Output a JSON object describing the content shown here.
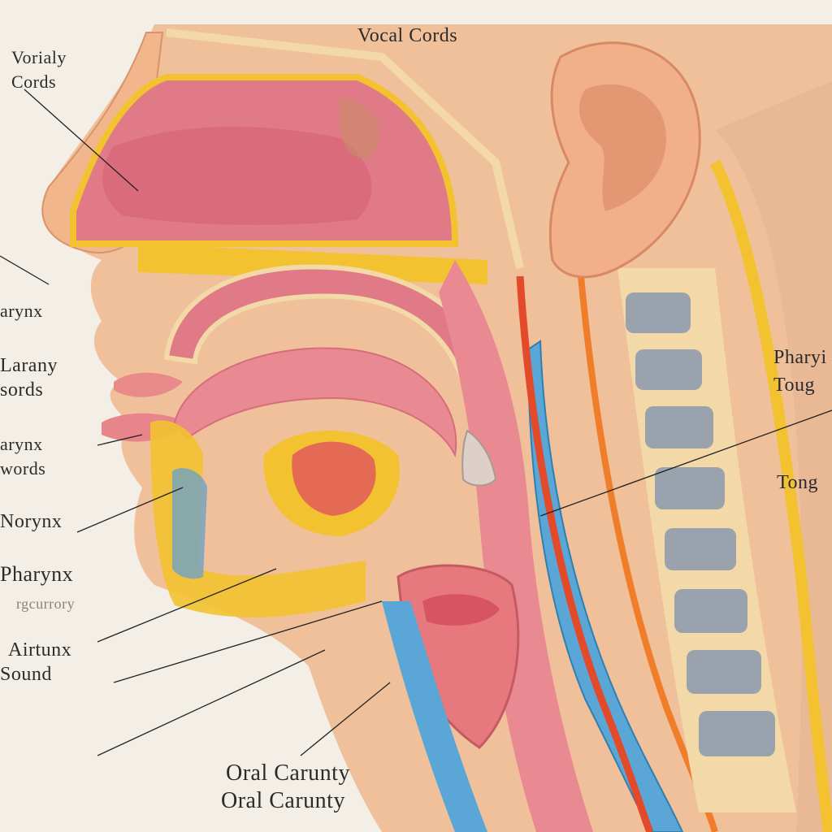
{
  "colors": {
    "background": "#f3efe7",
    "skin": "#f0c09a",
    "mucosa": "#e07a86",
    "bone": "#f3d9a8",
    "cartilage": "#f2c230",
    "airway_blue": "#5aa6d6",
    "artery_red": "#e24a2a",
    "label_text": "#2b2b2b"
  },
  "labels": {
    "top_center": "Vocal Cords",
    "top_left_line1": "Vorialy",
    "top_left_line2": "Cords",
    "left_1": "arynx",
    "left_2_line1": "Larany",
    "left_2_line2": "sords",
    "left_3_line1": "arynx",
    "left_3_line2": "words",
    "left_4": "Norynx",
    "left_5_line1": "Pharynx",
    "left_5_line2": "rgcurrory",
    "left_6_line1": "Airtunx",
    "left_6_line2": "Sound",
    "right_1_line1": "Pharyi",
    "right_1_line2": "Toug",
    "right_2": "Tong",
    "bottom_line1": "Oral Carunty",
    "bottom_line2": "Oral Carunty"
  }
}
